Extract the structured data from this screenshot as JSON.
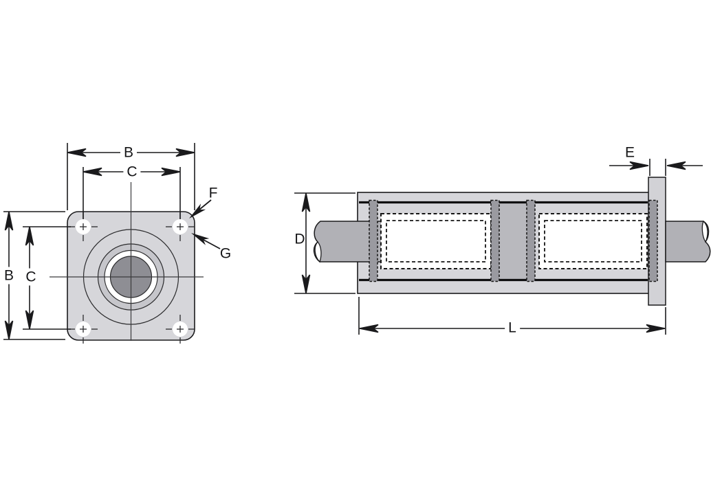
{
  "drawing": {
    "front_view": {
      "label_width_outer": "B",
      "label_width_inner": "C",
      "label_height_outer": "B",
      "label_height_inner": "C",
      "label_corner": "F",
      "label_hole": "G"
    },
    "side_view": {
      "label_diameter": "D",
      "label_flange_thickness": "E",
      "label_length": "L"
    },
    "colors": {
      "housing_gray": "#d6d6da",
      "flange_plate_gray": "#d2d2d6",
      "shaft_gray": "#b1b1b6",
      "seal_ring_gray": "#9a9aa0",
      "spacer_gray": "#b9b9be",
      "bearing_ring_gray": "#c6c6cb",
      "bore_gray": "#8e8e94",
      "line_black": "#1a1a1c"
    }
  }
}
